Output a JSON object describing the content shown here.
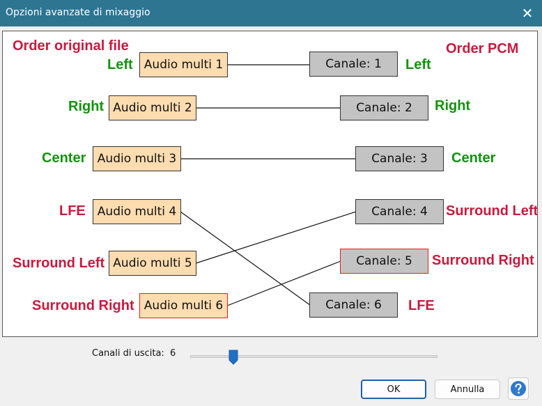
{
  "window": {
    "title": "Opzioni avanzate di mixaggio"
  },
  "headers": {
    "left": "Order original file",
    "right": "Order PCM"
  },
  "sources": [
    {
      "label": "Audio multi 1",
      "channel_name": "Left",
      "name_color": "green"
    },
    {
      "label": "Audio multi 2",
      "channel_name": "Right",
      "name_color": "green"
    },
    {
      "label": "Audio multi 3",
      "channel_name": "Center",
      "name_color": "green"
    },
    {
      "label": "Audio multi 4",
      "channel_name": "LFE",
      "name_color": "red"
    },
    {
      "label": "Audio multi 5",
      "channel_name": "Surround Left",
      "name_color": "red"
    },
    {
      "label": "Audio multi 6",
      "channel_name": "Surround Right",
      "name_color": "red",
      "selected": true
    }
  ],
  "outputs": [
    {
      "label": "Canale:  1",
      "channel_name": "Left",
      "name_color": "green"
    },
    {
      "label": "Canale:  2",
      "channel_name": "Right",
      "name_color": "green"
    },
    {
      "label": "Canale:  3",
      "channel_name": "Center",
      "name_color": "green"
    },
    {
      "label": "Canale:  4",
      "channel_name": "Surround Left",
      "name_color": "red"
    },
    {
      "label": "Canale:  5",
      "channel_name": "Surround Right",
      "name_color": "red",
      "selected": true
    },
    {
      "label": "Canale:  6",
      "channel_name": "LFE",
      "name_color": "red"
    }
  ],
  "mapping": [
    [
      1,
      1
    ],
    [
      2,
      2
    ],
    [
      3,
      3
    ],
    [
      4,
      6
    ],
    [
      5,
      4
    ],
    [
      6,
      5
    ]
  ],
  "footer": {
    "output_channels_label": "Canali di uscita:",
    "output_channels_value": "6",
    "ok_label": "OK",
    "cancel_label": "Annulla"
  },
  "colors": {
    "title_bar": "#2e7592",
    "source_fill": "#fddcb0",
    "output_fill": "#c3c3c3",
    "selected_border": "#e02020",
    "label_green": "#13920f",
    "label_red": "#c81a3e",
    "accent": "#1f6fc5"
  },
  "icons": {
    "close": "close-icon",
    "help": "help-icon"
  }
}
